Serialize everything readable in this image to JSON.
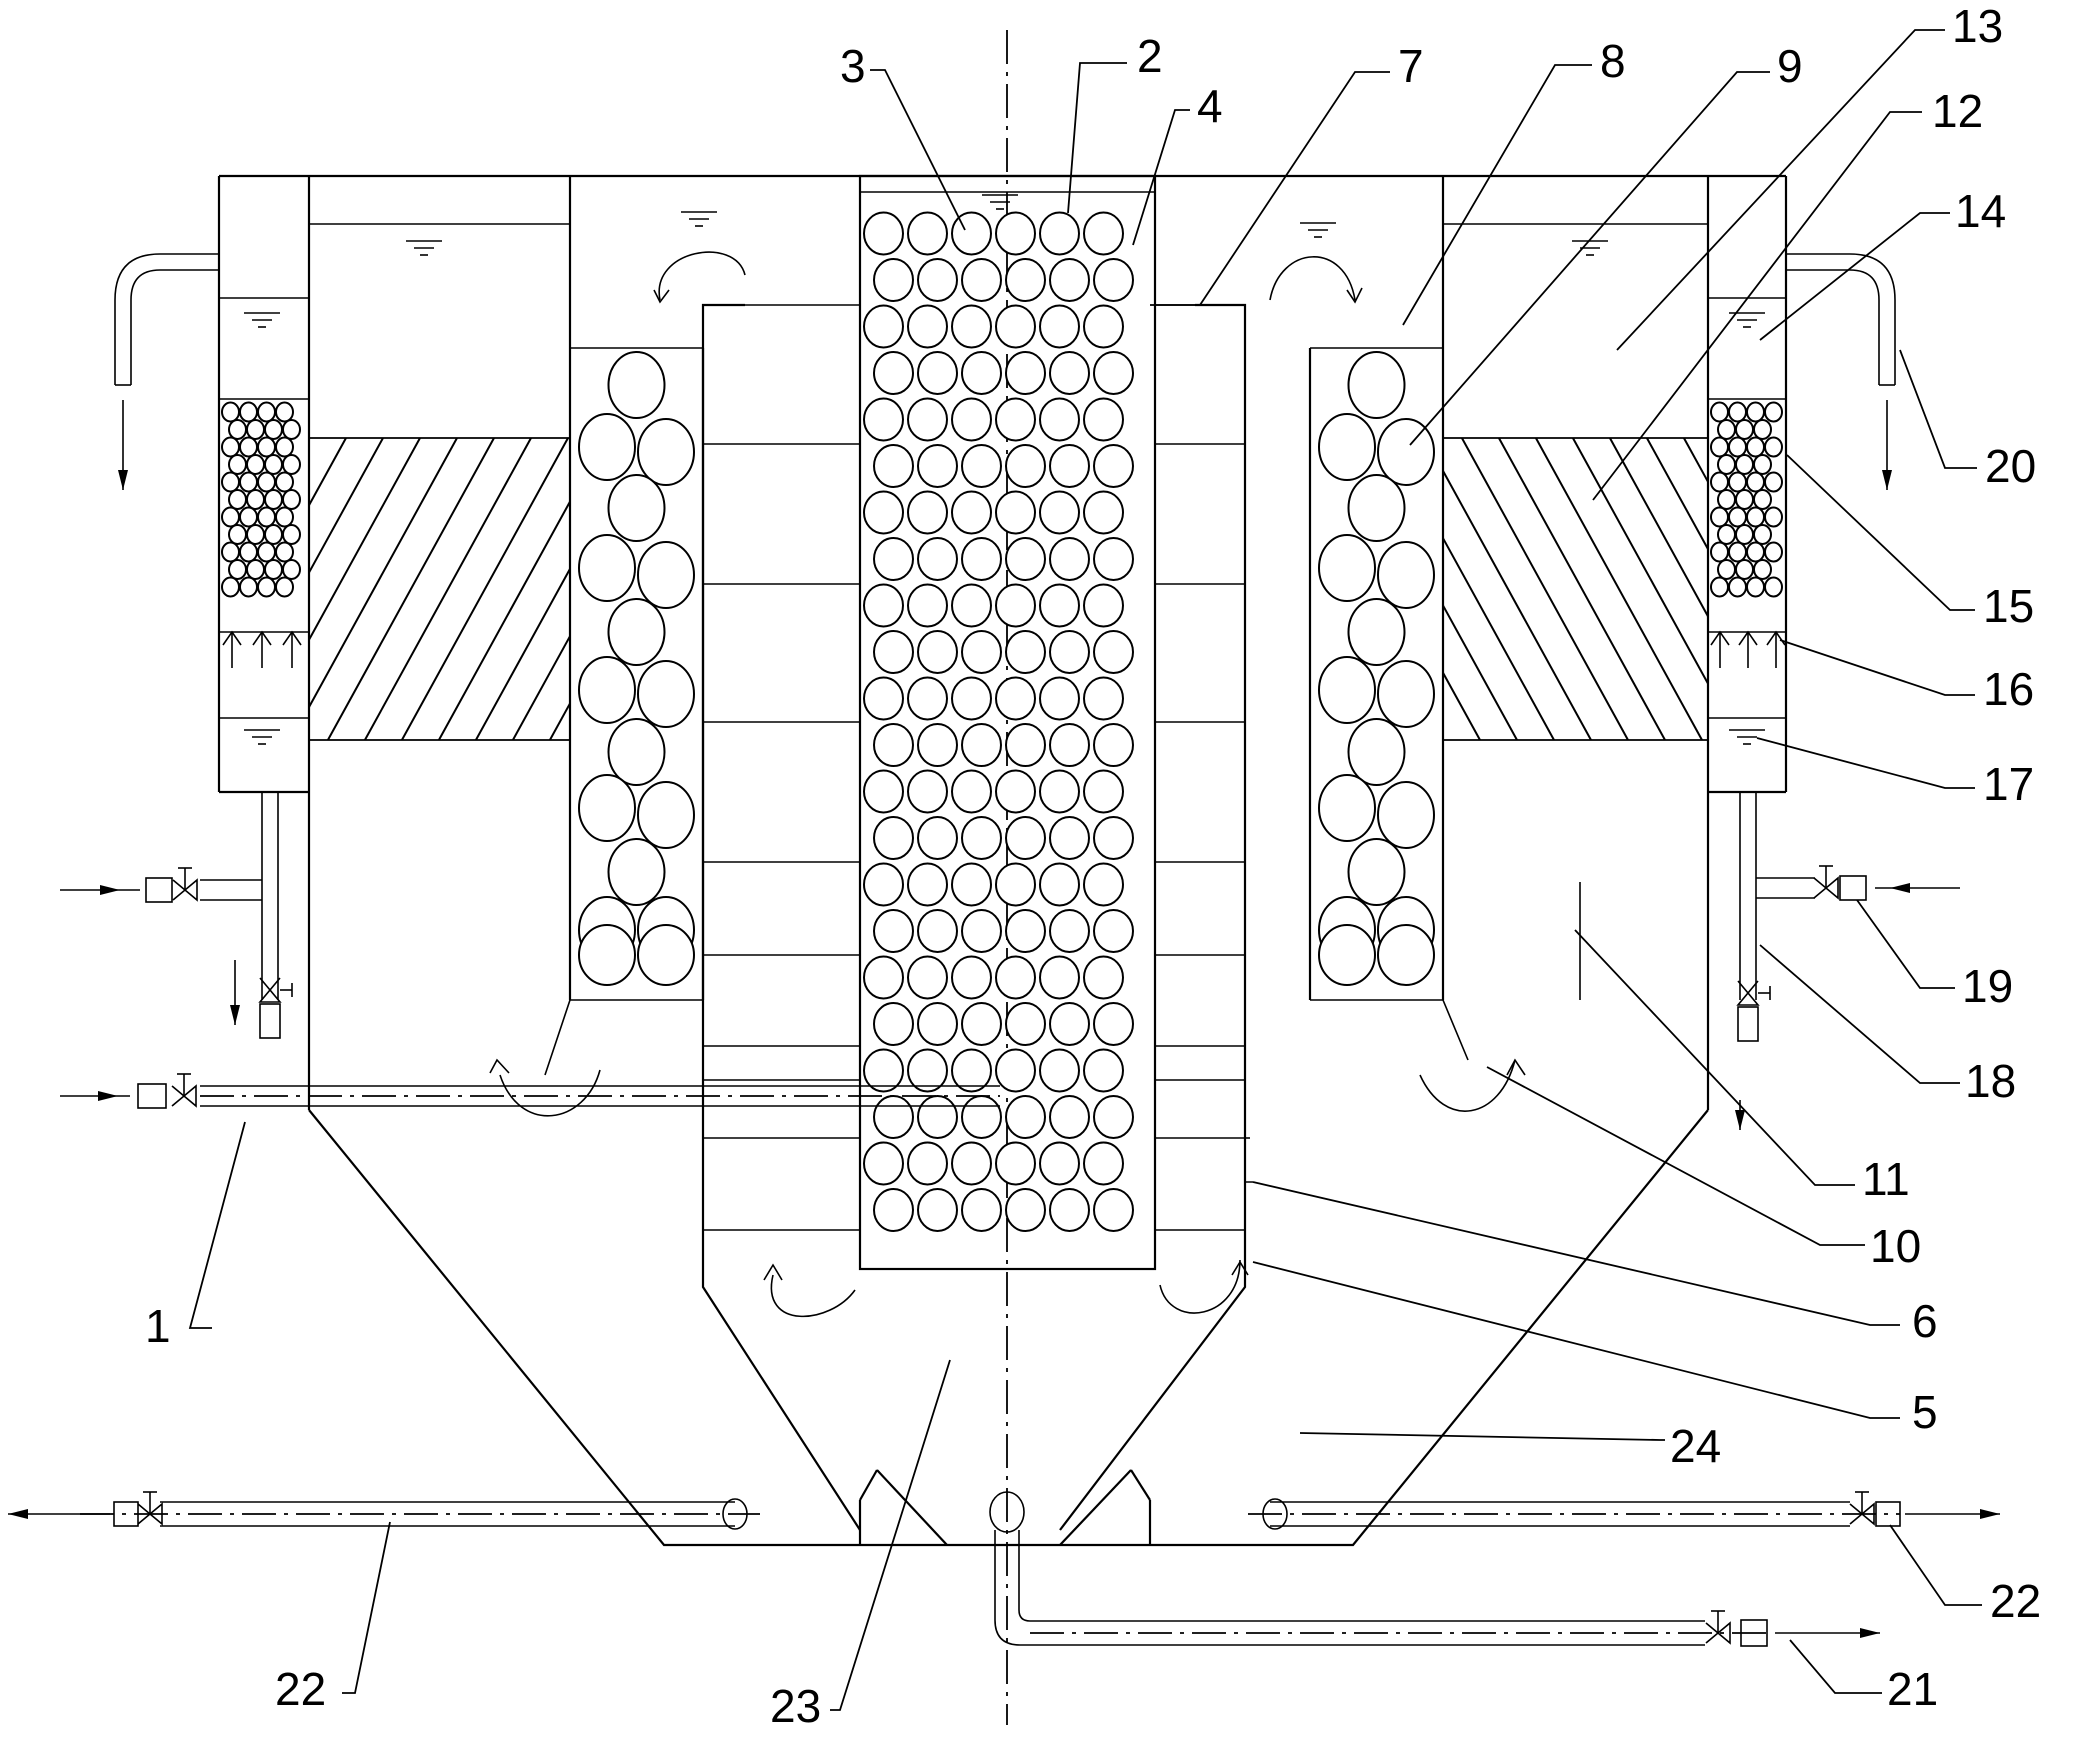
{
  "colors": {
    "line": "#000000",
    "background": "#ffffff"
  },
  "labels": [
    {
      "id": "1",
      "text": "1"
    },
    {
      "id": "2",
      "text": "2"
    },
    {
      "id": "3",
      "text": "3"
    },
    {
      "id": "4",
      "text": "4"
    },
    {
      "id": "5",
      "text": "5"
    },
    {
      "id": "6",
      "text": "6"
    },
    {
      "id": "7",
      "text": "7"
    },
    {
      "id": "8",
      "text": "8"
    },
    {
      "id": "9",
      "text": "9"
    },
    {
      "id": "10",
      "text": "10"
    },
    {
      "id": "11",
      "text": "11"
    },
    {
      "id": "12",
      "text": "12"
    },
    {
      "id": "13",
      "text": "13"
    },
    {
      "id": "14",
      "text": "14"
    },
    {
      "id": "15",
      "text": "15"
    },
    {
      "id": "16",
      "text": "16"
    },
    {
      "id": "17",
      "text": "17"
    },
    {
      "id": "18",
      "text": "18"
    },
    {
      "id": "19",
      "text": "19"
    },
    {
      "id": "20",
      "text": "20"
    },
    {
      "id": "21",
      "text": "21"
    },
    {
      "id": "22a",
      "text": "22"
    },
    {
      "id": "22b",
      "text": "22"
    },
    {
      "id": "23",
      "text": "23"
    },
    {
      "id": "24",
      "text": "24"
    }
  ]
}
